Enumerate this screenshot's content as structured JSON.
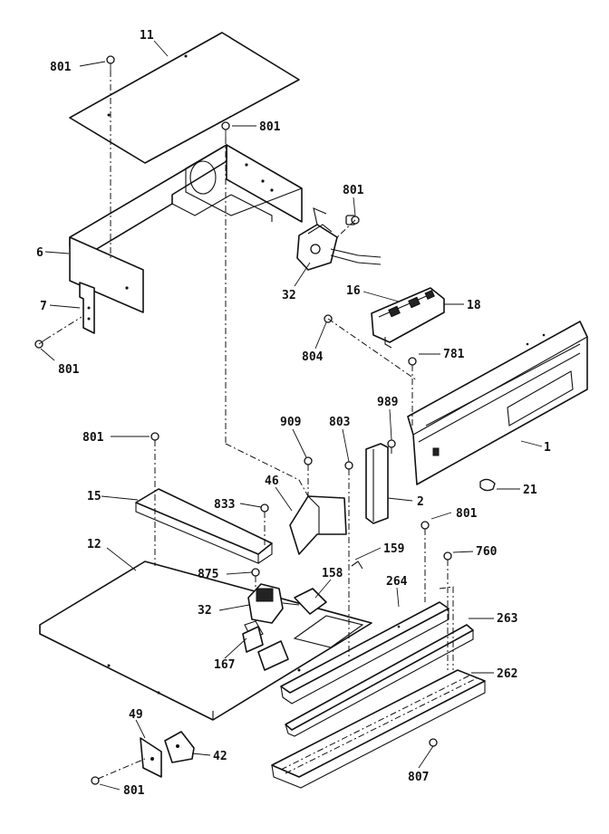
{
  "callouts": {
    "c11": "11",
    "c801_a": "801",
    "c801_b": "801",
    "c801_c": "801",
    "c6": "6",
    "c7": "7",
    "c801_d": "801",
    "c32_a": "32",
    "c16": "16",
    "c18": "18",
    "c804": "804",
    "c781": "781",
    "c989": "989",
    "c1": "1",
    "c21": "21",
    "c801_e": "801",
    "c909": "909",
    "c803": "803",
    "c2": "2",
    "c15": "15",
    "c833": "833",
    "c46": "46",
    "c801_f": "801",
    "c760": "760",
    "c12": "12",
    "c159": "159",
    "c158": "158",
    "c875": "875",
    "c264": "264",
    "c263": "263",
    "c32_b": "32",
    "c167": "167",
    "c262": "262",
    "c49": "49",
    "c42": "42",
    "c801_g": "801",
    "c807": "807"
  }
}
